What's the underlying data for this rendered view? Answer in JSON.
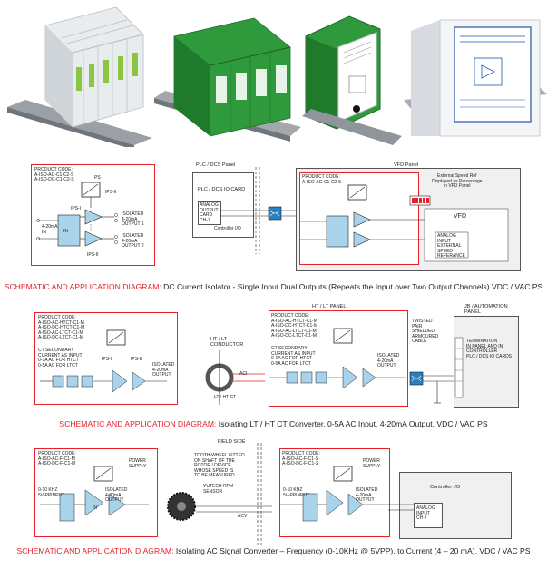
{
  "row1": {
    "product_code": [
      "PRODUCT CODE:",
      "A-ISO-AC-C1-C2-S",
      "A-ISO-DC-C1-C2-S"
    ],
    "ps": "PS",
    "ips2": "IPS-II",
    "ips1": "IPS-I",
    "ips2b": "IPS-II",
    "in": "IN",
    "input": [
      "4-20mA",
      "IN"
    ],
    "out1": [
      "ISOLATED",
      "4-20mA",
      "OUTPUT 1"
    ],
    "out2": [
      "ISOLATED",
      "4-20mA",
      "OUTPUT 2"
    ],
    "plc_panel_title": "PLC / DCS Panel",
    "plc_card": "PLC / DCS IO CARD",
    "analog_card": [
      "ANALOG",
      "OUTPUT",
      "CARD",
      "CH-1"
    ],
    "controller_io": "Controller I/O",
    "vfd_panel_title": "VFD Panel",
    "product_code_b": [
      "PRODUCT CODE:",
      "A-ISO-AC-C1-C2-S"
    ],
    "speed_ref": [
      "External Speed Ref",
      "Displayed as Percentage",
      "in VFD Panel"
    ],
    "vfd": "VFD",
    "analog_input_ref": [
      "ANALOG",
      "INPUT",
      "EXTERNAL",
      "SPEED",
      "REFERANCE"
    ],
    "caption_red": "SCHEMATIC AND APPLICATION DIAGRAM:",
    "caption_black": " DC Current Isolator - Single Input Dual Outputs (Repeats the Input over Two Output Channels) VDC / VAC PS"
  },
  "row2": {
    "product_code": [
      "PRODUCT CODE:",
      "A-ISO-AC-HTCT-C1-M",
      "A-ISO-DC-HTCT-C1-M",
      "A-ISO-AC-LTCT-C1-M",
      "A-ISO-DC-LTCT-C1-M"
    ],
    "ct_input": [
      "CT SECONDARY",
      "CURRENT AS INPUT",
      "0-1A AC FOR HTCT",
      "0-5A AC FOR LTCT"
    ],
    "ips1": "IPS-I",
    "ips2": "IPS-II",
    "output": [
      "ISOLATED",
      "4-20mA",
      "OUTPUT"
    ],
    "conductor": [
      "HT / LT",
      "CONDUCTOR"
    ],
    "aci": "ACI",
    "ct": "LT / HT CT",
    "ht_panel_title": "HT / LT PANEL",
    "product_code_b": [
      "PRODUCT CODE:",
      "A-ISO-AC-HTCT-C1-M",
      "A-ISO-DC-HTCT-C1-M",
      "A-ISO-AC-LTCT-C1-M",
      "A-ISO-DC-LTCT-C1-M"
    ],
    "ct_input_b": [
      "CT SECONDARY",
      "CURRENT AS INPUT",
      "0-1A AC FOR HTCT",
      "0-5A AC FOR LTCT"
    ],
    "output_b": [
      "ISOLATED",
      "4-20mA",
      "OUTPUT"
    ],
    "cable": [
      "TWISTED",
      "PAIR",
      "SHIELDED",
      "ARMOURED",
      "CABLE"
    ],
    "jb_panel_title": [
      "JB / AUTOMATION",
      "PANEL"
    ],
    "termination": [
      "TERMINATION",
      "IN PANEL AND IN",
      "CONTROLLER",
      "PLC / DCS IO CARDS"
    ],
    "caption_red": "SCHEMATIC AND APPLICATION DIAGRAM:",
    "caption_black": " Isolating LT / HT CT Converter, 0-5A AC Input, 4-20mA  Output, VDC / VAC PS"
  },
  "row3": {
    "product_code": [
      "PRODUCT CODE:",
      "A-ISO-AC-F-C1-M",
      "A-ISO-DC-F-C1-M"
    ],
    "power_supply": [
      "POWER",
      "SUPPLY"
    ],
    "input": [
      "0-10 KHZ",
      "5V-PPINPUT"
    ],
    "output": [
      "ISOLATED",
      "4-20mA",
      "OUTPUT"
    ],
    "in": "IN",
    "field_side": "FIELD SIDE",
    "tooth_wheel": [
      "TOOTH-WHEEL FITTED",
      "ON SHAFT OF THE",
      "ROTOR / DEVICE",
      "WHOSE SPEED IS",
      "TO BE MEASURED"
    ],
    "sensor": [
      "YUTECH RPM",
      "SENSOR"
    ],
    "acv": "ACV",
    "product_code_b": [
      "PRODUCT CODE:",
      "A-ISO-AC-F-C1-S",
      "A-ISO-DC-F-C1-S"
    ],
    "power_supply_b": [
      "POWER",
      "SUPPLY"
    ],
    "input_b": [
      "0-10 KHZ",
      "5V-PPINPUT"
    ],
    "output_b": [
      "ISOLATED",
      "4-20mA",
      "OUTPUT"
    ],
    "controller_io": "Controller I/O",
    "analog_input": [
      "ANALOG",
      "INPUT",
      "CH #"
    ],
    "caption_red": "SCHEMATIC AND APPLICATION DIAGRAM:",
    "caption_black": " Isolating AC Signal Converter – Frequency (0-10KHz @ 5VPP), to Current (4 – 20 mA), VDC / VAC PS"
  },
  "colors": {
    "accent_red": "#e8202a",
    "amp_blue": "#a9d3ea",
    "module_green": "#2e9a3c"
  }
}
